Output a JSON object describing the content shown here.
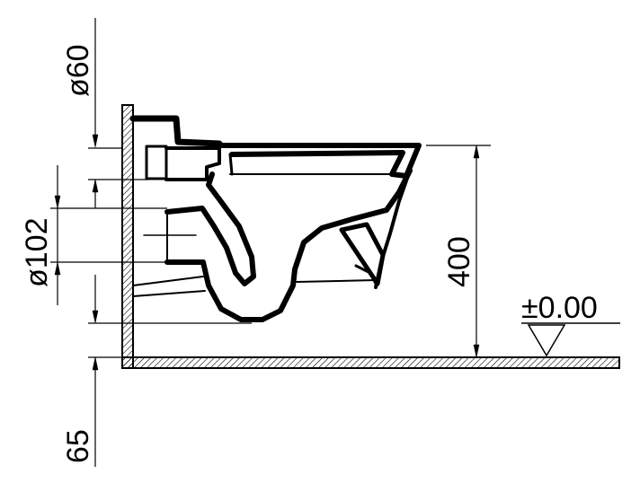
{
  "dimensions": {
    "drain_diameter": "ø60",
    "waste_diameter": "ø102",
    "rim_height": "400",
    "floor_level": "±0.00",
    "floor_offset": "65"
  },
  "colors": {
    "line": "#000000",
    "background": "#ffffff"
  }
}
